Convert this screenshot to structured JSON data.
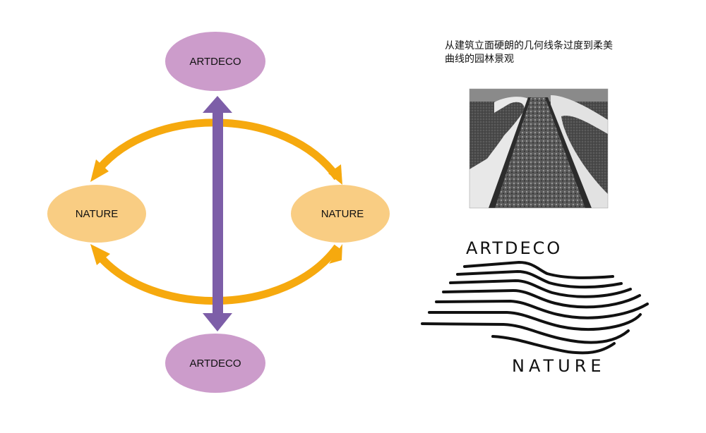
{
  "diagram": {
    "nodes": {
      "top": "ARTDECO",
      "left": "NATURE",
      "right": "NATURE",
      "bottom": "ARTDECO"
    },
    "colors": {
      "artdeco_fill": "#cc9ccb",
      "nature_fill": "#f9cd83",
      "orange_arrow": "#f6a90e",
      "purple_arrow": "#7d5ea8"
    }
  },
  "caption": {
    "line1": "从建筑立面硬朗的几何线条过度到柔美",
    "line2": "曲线的园林景观"
  },
  "logo": {
    "top_text": "ARTDECO",
    "bottom_text": "NATURE"
  }
}
